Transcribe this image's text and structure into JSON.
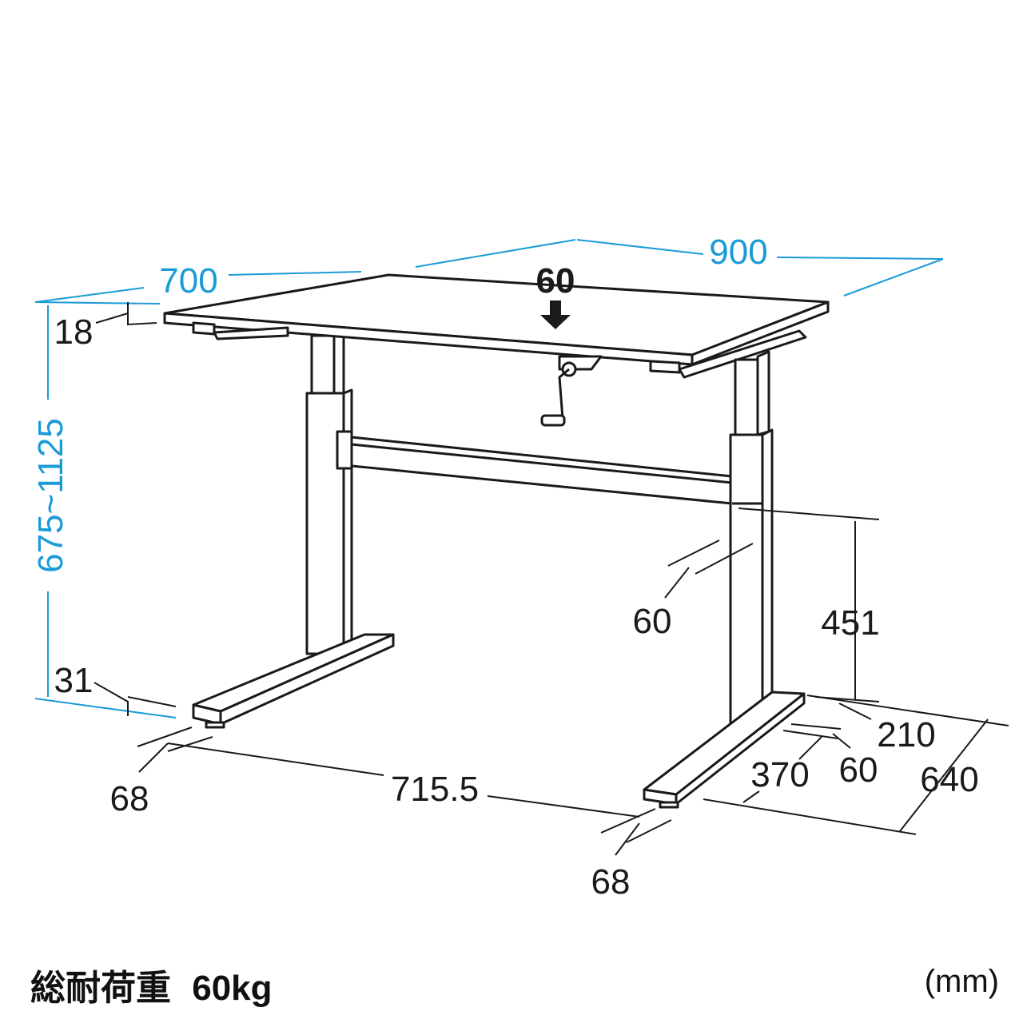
{
  "dimensions": {
    "width_depth": "700",
    "width_length": "900",
    "top_load": "60",
    "top_thickness": "18",
    "height_range": "675~1125",
    "foot_height": "31",
    "column_width": "60",
    "crossbar_height": "451",
    "foot_front_width": "68",
    "foot_span": "715.5",
    "foot_back_width": "68",
    "foot_210": "210",
    "foot_370": "370",
    "foot_60": "60",
    "depth_640": "640"
  },
  "footer": {
    "load_label": "総耐荷重",
    "load_value": "60kg",
    "unit": "(mm)"
  },
  "colors": {
    "dimension_blue": "#1a9bd7",
    "line_black": "#1a1a1a"
  }
}
